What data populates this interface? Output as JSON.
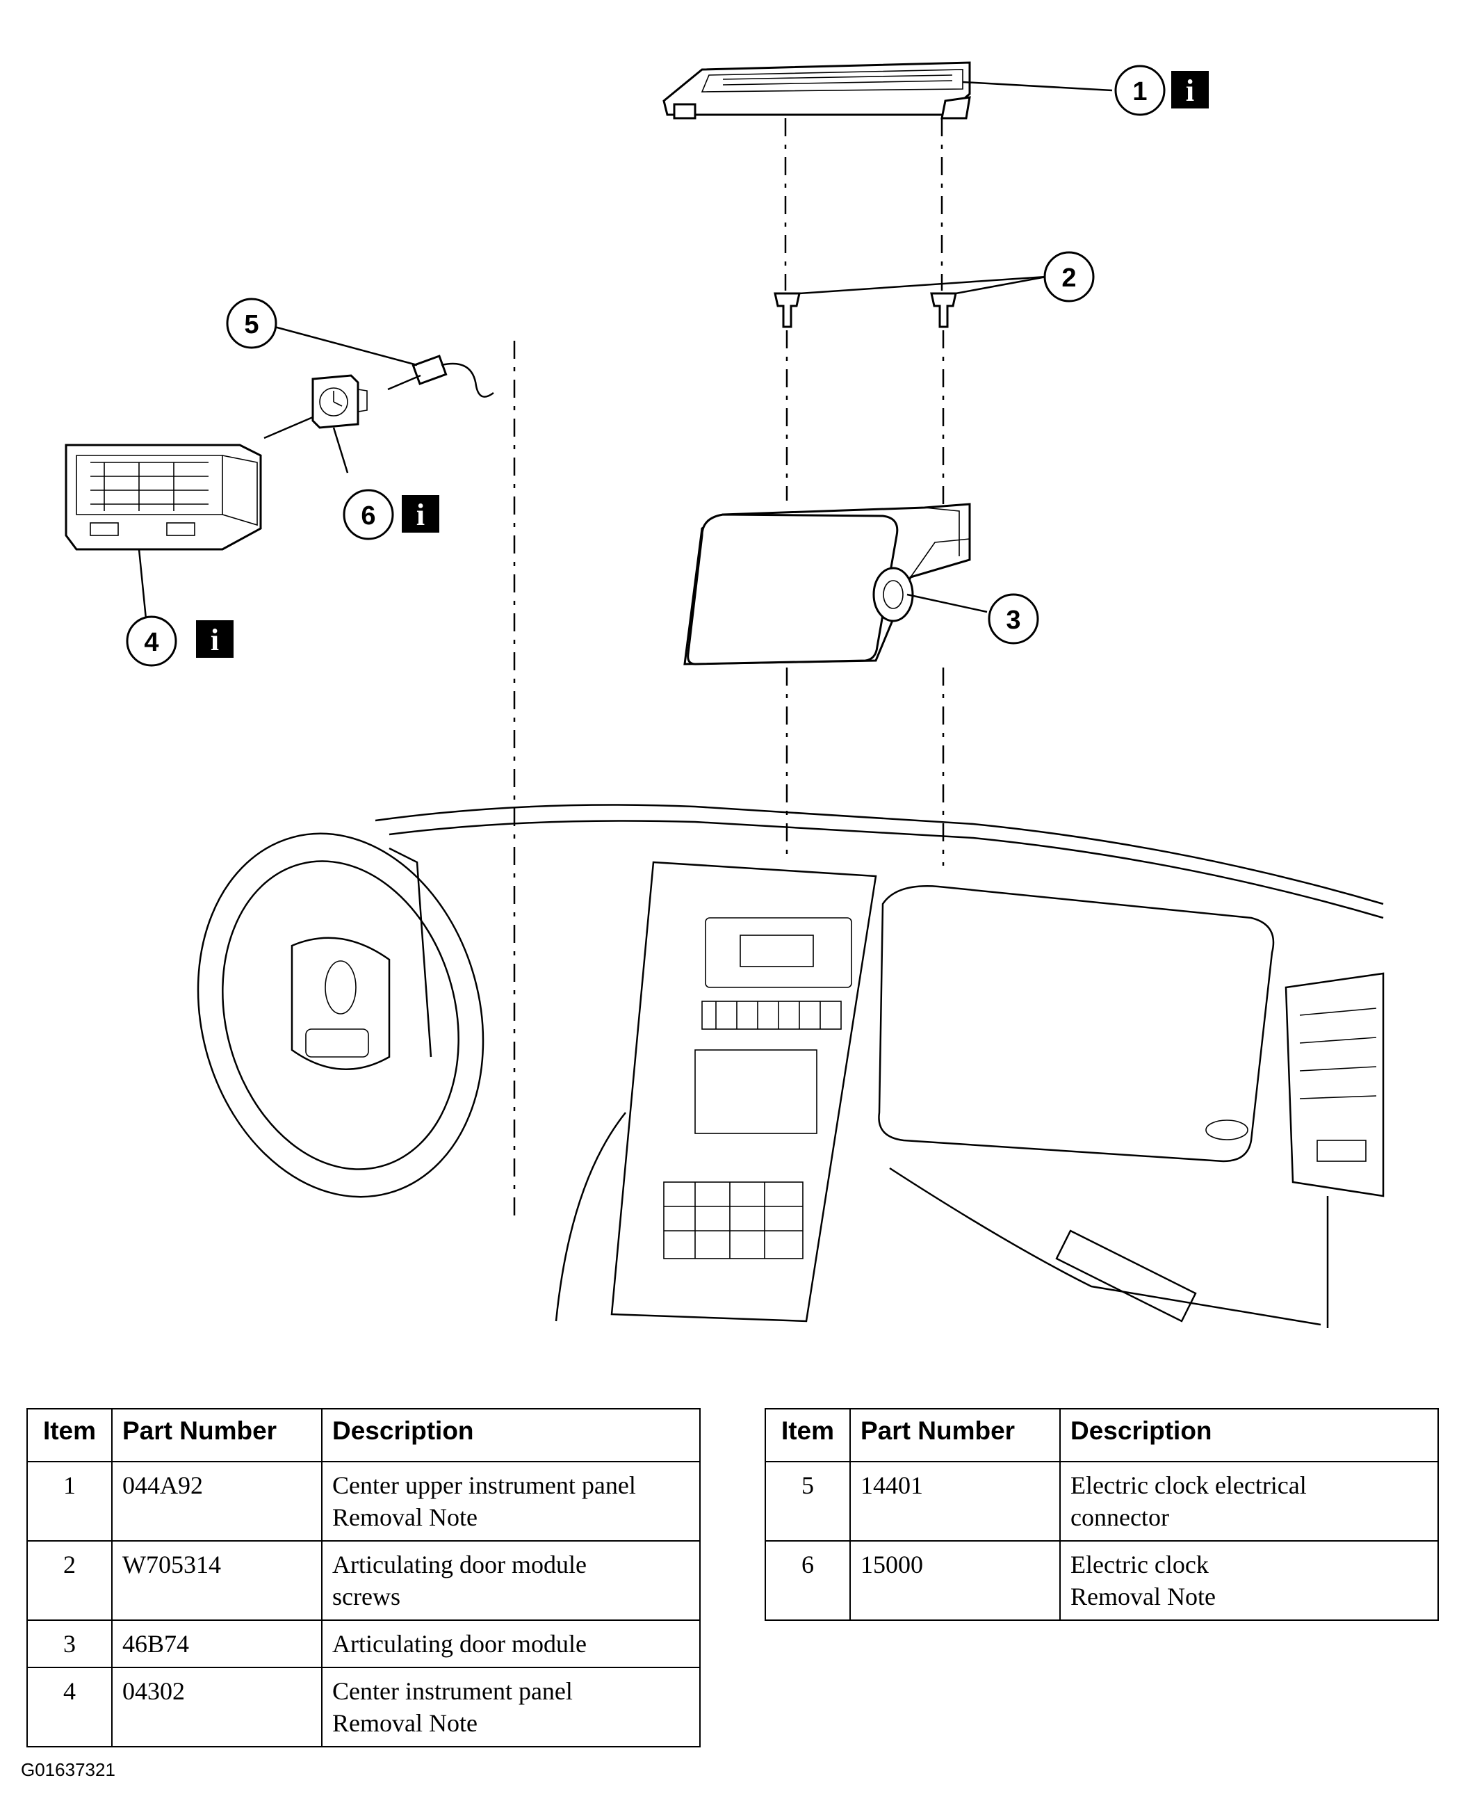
{
  "callouts": [
    {
      "label": "1",
      "info": true
    },
    {
      "label": "2",
      "info": false
    },
    {
      "label": "3",
      "info": false
    },
    {
      "label": "4",
      "info": true
    },
    {
      "label": "5",
      "info": false
    },
    {
      "label": "6",
      "info": true
    }
  ],
  "info_glyph": "i",
  "tables": [
    {
      "headers": [
        "Item",
        "Part Number",
        "Description"
      ],
      "rows": [
        {
          "item": "1",
          "part_number": "044A92",
          "description": [
            "Center upper instrument panel",
            "Removal Note"
          ]
        },
        {
          "item": "2",
          "part_number": "W705314",
          "description": [
            "Articulating door module",
            "screws"
          ]
        },
        {
          "item": "3",
          "part_number": "46B74",
          "description": [
            "Articulating door module"
          ]
        },
        {
          "item": "4",
          "part_number": "04302",
          "description": [
            "Center instrument panel",
            "Removal Note"
          ]
        }
      ]
    },
    {
      "headers": [
        "Item",
        "Part Number",
        "Description"
      ],
      "rows": [
        {
          "item": "5",
          "part_number": "14401",
          "description": [
            "Electric clock electrical",
            "connector"
          ]
        },
        {
          "item": "6",
          "part_number": "15000",
          "description": [
            "Electric clock",
            "Removal Note"
          ]
        }
      ]
    }
  ],
  "figure_id": "G01637321"
}
